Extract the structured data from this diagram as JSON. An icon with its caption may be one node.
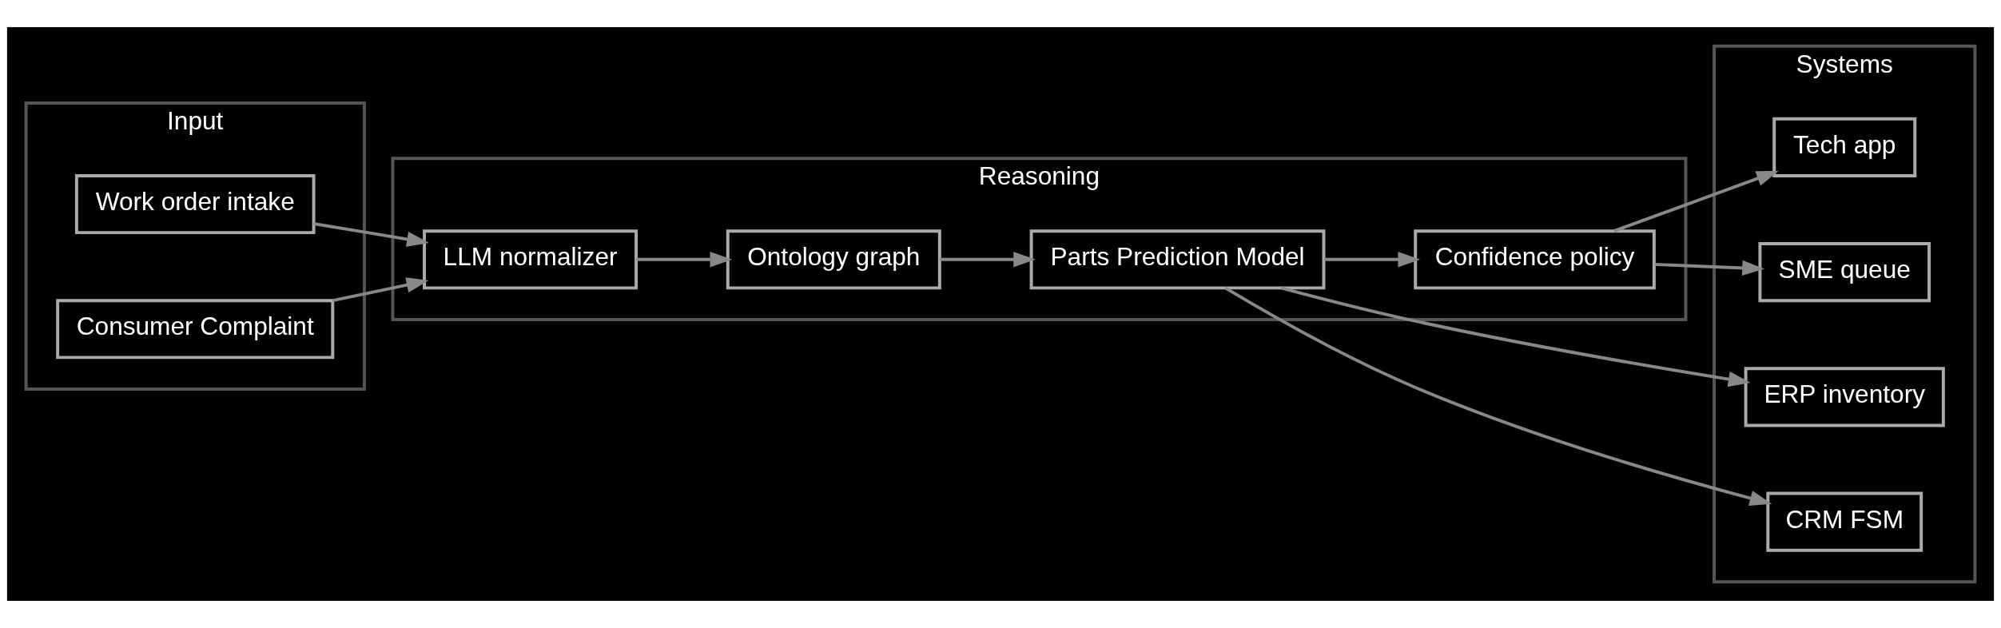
{
  "diagram": {
    "nodes": [
      {
        "text": [
          "Input"
        ]
      },
      {
        "text": [
          "Work order intake"
        ],
        "in": 0
      },
      {
        "text": [
          "Consumer Complaint"
        ],
        "in": 0
      },
      {
        "text": [
          "Reasoning"
        ]
      },
      {
        "text": [
          "LLM normalizer"
        ],
        "in": 3
      },
      {
        "text": [
          "Ontology graph"
        ],
        "in": 3
      },
      {
        "text": [
          "Parts Prediction Model"
        ],
        "in": 3
      },
      {
        "text": [
          "Confidence policy"
        ],
        "in": 3
      },
      {
        "text": [
          "Systems"
        ]
      },
      {
        "text": [
          "ERP inventory"
        ],
        "in": 8
      },
      {
        "text": [
          "CRM FSM"
        ],
        "in": 8
      },
      {
        "text": [
          "Tech app"
        ],
        "in": 8
      },
      {
        "text": [
          "SME queue"
        ],
        "in": 8
      }
    ],
    "edges": [
      {
        "from": 1,
        "to": 4,
        "arrow": "to"
      },
      {
        "from": 2,
        "to": 4,
        "arrow": "to"
      },
      {
        "from": 4,
        "to": 5,
        "arrow": "to"
      },
      {
        "from": 5,
        "to": 6,
        "arrow": "to"
      },
      {
        "from": 6,
        "to": 9,
        "arrow": "to"
      },
      {
        "from": 6,
        "to": 10,
        "arrow": "to"
      },
      {
        "from": 6,
        "to": 7,
        "arrow": "to"
      },
      {
        "from": 7,
        "to": 11,
        "arrow": "to"
      },
      {
        "from": 7,
        "to": 12,
        "arrow": "to"
      }
    ]
  }
}
